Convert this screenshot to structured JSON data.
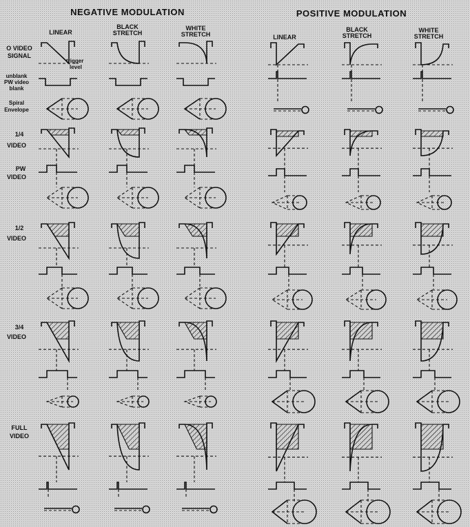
{
  "titles": {
    "negative": "NEGATIVE MODULATION",
    "positive": "POSITIVE MODULATION"
  },
  "columns": {
    "linear": "LINEAR",
    "black": [
      "BLACK",
      "STRETCH"
    ],
    "white": [
      "WHITE",
      "STRETCH"
    ]
  },
  "rows": {
    "zero_video": [
      "O VIDEO",
      "SIGNAL"
    ],
    "trigger": [
      "trigger",
      "level"
    ],
    "unblank": [
      "unblank",
      "PW video",
      "blank"
    ],
    "spiral": [
      "Spiral",
      "Envelope"
    ],
    "quarter": [
      "1/4",
      "VIDEO"
    ],
    "pw": [
      "PW",
      "VIDEO"
    ],
    "half": [
      "1/2",
      "VIDEO"
    ],
    "three_quarter": [
      "3/4",
      "VIDEO"
    ],
    "full": [
      "FULL",
      "VIDEO"
    ]
  }
}
